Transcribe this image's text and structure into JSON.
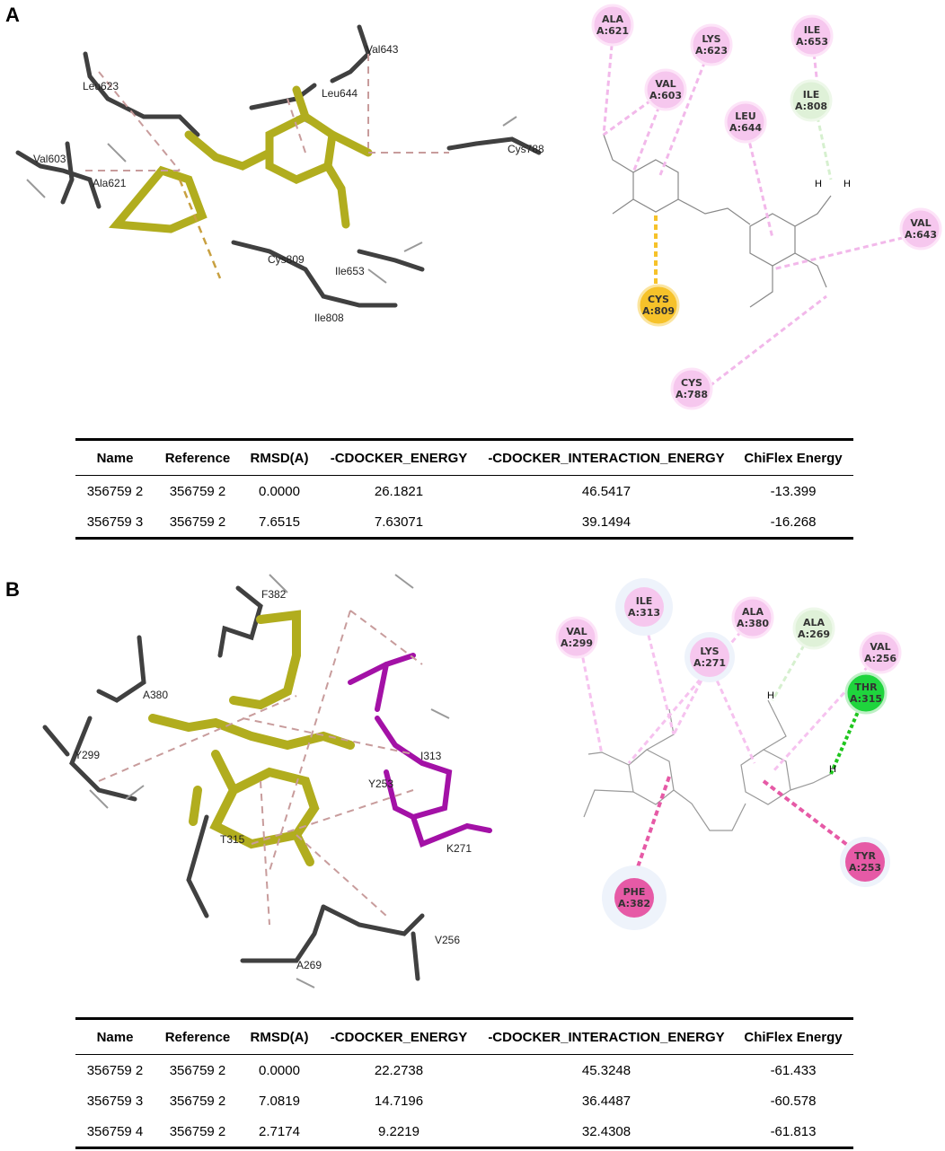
{
  "panel_a": {
    "label": "A",
    "residues_3d": [
      "Leu623",
      "Val643",
      "Leu644",
      "Cys788",
      "Val603",
      "Ala621",
      "Cys809",
      "Ile653",
      "Ile808"
    ],
    "bubbles": [
      {
        "name": "ALA",
        "num": "A:621"
      },
      {
        "name": "LYS",
        "num": "A:623"
      },
      {
        "name": "ILE",
        "num": "A:653"
      },
      {
        "name": "VAL",
        "num": "A:603"
      },
      {
        "name": "LEU",
        "num": "A:644"
      },
      {
        "name": "ILE",
        "num": "A:808"
      },
      {
        "name": "VAL",
        "num": "A:643"
      },
      {
        "name": "CYS",
        "num": "A:809"
      },
      {
        "name": "CYS",
        "num": "A:788"
      }
    ],
    "atom_h": "H",
    "table": {
      "headers": [
        "Name",
        "Reference",
        "RMSD(A)",
        "-CDOCKER_ENERGY",
        "-CDOCKER_INTERACTION_ENERGY",
        "ChiFlex Energy"
      ],
      "rows": [
        [
          "356759 2",
          "356759 2",
          "0.0000",
          "26.1821",
          "46.5417",
          "-13.399"
        ],
        [
          "356759 3",
          "356759 2",
          "7.6515",
          "7.63071",
          "39.1494",
          "-16.268"
        ]
      ]
    }
  },
  "panel_b": {
    "label": "B",
    "residues_3d": [
      "F382",
      "A380",
      "Y299",
      "I313",
      "Y253",
      "T315",
      "K271",
      "V256",
      "A269"
    ],
    "bubbles": [
      {
        "name": "ILE",
        "num": "A:313"
      },
      {
        "name": "ALA",
        "num": "A:380"
      },
      {
        "name": "VAL",
        "num": "A:299"
      },
      {
        "name": "LYS",
        "num": "A:271"
      },
      {
        "name": "ALA",
        "num": "A:269"
      },
      {
        "name": "VAL",
        "num": "A:256"
      },
      {
        "name": "THR",
        "num": "A:315"
      },
      {
        "name": "TYR",
        "num": "A:253"
      },
      {
        "name": "PHE",
        "num": "A:382"
      }
    ],
    "atom_h": "H",
    "table": {
      "headers": [
        "Name",
        "Reference",
        "RMSD(A)",
        "-CDOCKER_ENERGY",
        "-CDOCKER_INTERACTION_ENERGY",
        "ChiFlex Energy"
      ],
      "rows": [
        [
          "356759 2",
          "356759 2",
          "0.0000",
          "22.2738",
          "45.3248",
          "-61.433"
        ],
        [
          "356759 3",
          "356759 2",
          "7.0819",
          "14.7196",
          "36.4487",
          "-60.578"
        ],
        [
          "356759 4",
          "356759 2",
          "2.7174",
          "9.2219",
          "32.4308",
          "-61.813"
        ]
      ]
    }
  }
}
